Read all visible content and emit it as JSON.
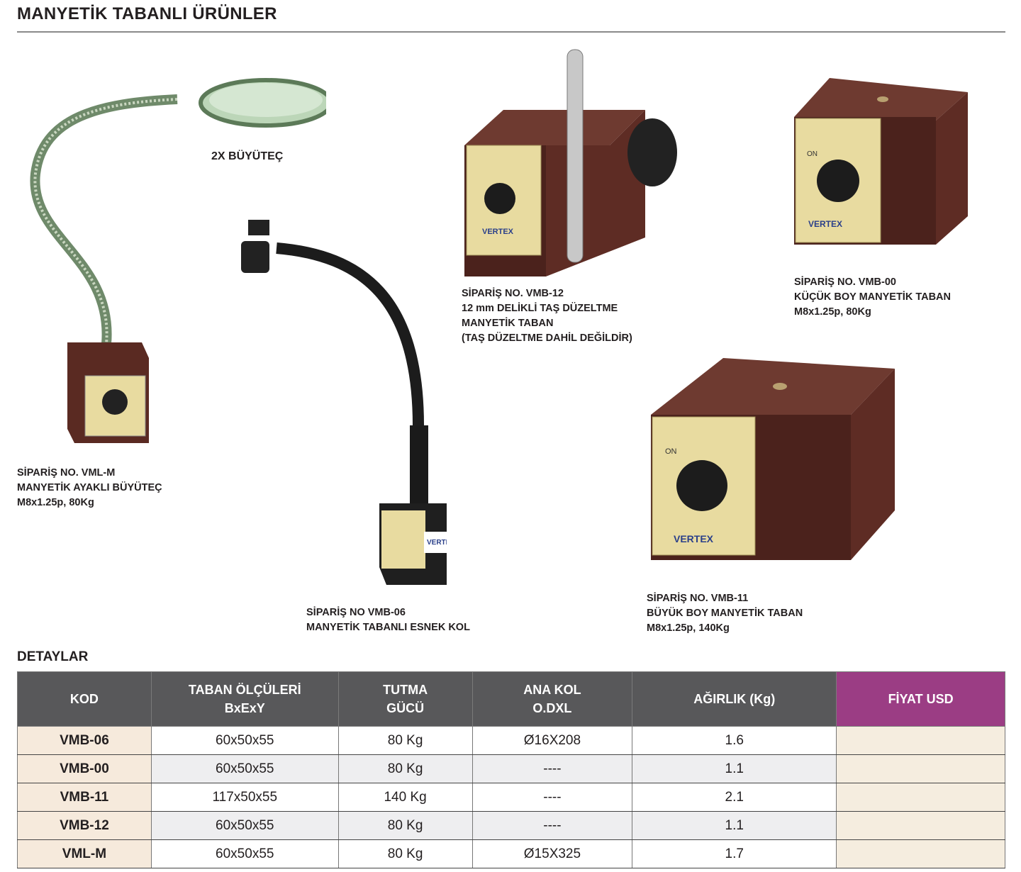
{
  "page_title": "MANYETİK TABANLI ÜRÜNLER",
  "products": {
    "magnifier_label": "2X BÜYÜTEÇ",
    "vml_m": [
      "SİPARİŞ NO. VML-M",
      "MANYETİK AYAKLI BÜYÜTEÇ",
      "M8x1.25p, 80Kg"
    ],
    "vmb_06": [
      "SİPARİŞ NO VMB-06",
      "MANYETİK TABANLI ESNEK KOL"
    ],
    "vmb_12": [
      "SİPARİŞ NO. VMB-12",
      "12 mm DELİKLİ TAŞ DÜZELTME",
      "MANYETİK TABAN",
      "(TAŞ DÜZELTME DAHİL DEĞİLDİR)"
    ],
    "vmb_00": [
      "SİPARİŞ NO. VMB-00",
      "KÜÇÜK BOY MANYETİK TABAN",
      "M8x1.25p, 80Kg"
    ],
    "vmb_11": [
      "SİPARİŞ NO. VMB-11",
      "BÜYÜK BOY MANYETİK TABAN",
      "M8x1.25p, 140Kg"
    ],
    "brand": "VERTEX",
    "on_label": "ON"
  },
  "details_title": "DETAYLAR",
  "table": {
    "headers": [
      [
        "KOD"
      ],
      [
        "TABAN ÖLÇÜLERİ",
        "BxExY"
      ],
      [
        "TUTMA",
        "GÜCÜ"
      ],
      [
        "ANA KOL",
        "O.DXL"
      ],
      [
        "AĞIRLIK (Kg)"
      ],
      [
        "FİYAT USD"
      ]
    ],
    "rows": [
      [
        "VMB-06",
        "60x50x55",
        "80 Kg",
        "Ø16X208",
        "1.6",
        ""
      ],
      [
        "VMB-00",
        "60x50x55",
        "80 Kg",
        "----",
        "1.1",
        ""
      ],
      [
        "VMB-11",
        "117x50x55",
        "140 Kg",
        "----",
        "2.1",
        ""
      ],
      [
        "VMB-12",
        "60x50x55",
        "80 Kg",
        "----",
        "1.1",
        ""
      ],
      [
        "VML-M",
        "60x50x55",
        "80 Kg",
        "Ø15X325",
        "1.7",
        ""
      ]
    ]
  },
  "colors": {
    "header_bg": "#58585a",
    "price_header": "#9b3d84",
    "base_brown": "#5a2a22",
    "panel": "#e8dba0"
  }
}
